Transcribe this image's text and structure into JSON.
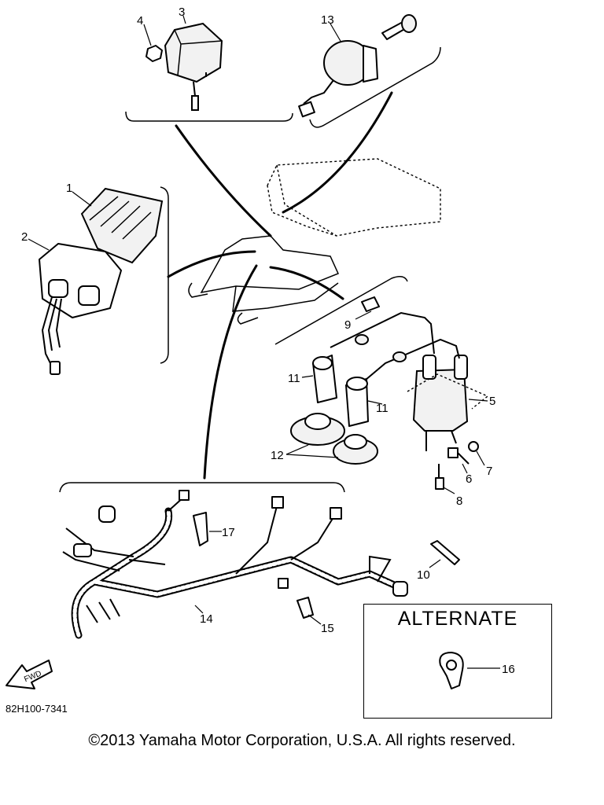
{
  "callouts": {
    "c1": "1",
    "c2": "2",
    "c3": "3",
    "c4": "4",
    "c5": "5",
    "c6": "6",
    "c7": "7",
    "c8": "8",
    "c9": "9",
    "c10": "10",
    "c11a": "11",
    "c11b": "11",
    "c12": "12",
    "c13": "13",
    "c14": "14",
    "c15": "15",
    "c16": "16",
    "c17": "17"
  },
  "alternate_box": {
    "title": "ALTERNATE"
  },
  "fwd_arrow": {
    "label": "FWD"
  },
  "figure_code": "82H100-7341",
  "copyright": "©2013 Yamaha Motor Corporation, U.S.A. All rights reserved."
}
